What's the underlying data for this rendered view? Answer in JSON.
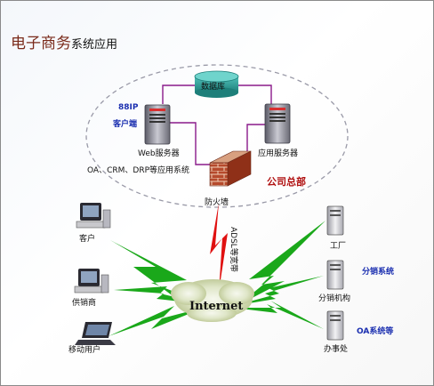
{
  "title": {
    "main": "电子商务",
    "sub": "系统应用"
  },
  "headquarters": {
    "database_label": "数据库",
    "ip_label": "88IP",
    "client_side_label": "客户端",
    "web_server_label": "Web服务器",
    "app_server_label": "应用服务器",
    "systems_label": "OA、CRM、DRP等应用系统",
    "company_hq_label": "公司总部",
    "firewall_label": "防火墙"
  },
  "network": {
    "adsl_label": "ADSL等宽带",
    "internet_label": "Internet"
  },
  "left_clients": {
    "customer_label": "客户",
    "supplier_label": "供销商",
    "mobile_label": "移动用户"
  },
  "right_sites": {
    "factory_label": "工厂",
    "distribution_system_label": "分销系统",
    "distribution_org_label": "分销机构",
    "oa_system_label": "OA系统等",
    "office_label": "办事处"
  },
  "colors": {
    "title": "#7a2a1a",
    "link_line": "#8a1a8a",
    "lightning": "#1aa81a",
    "uplink": "#e01010",
    "accent_blue": "#1b2fb0",
    "firewall": "#b03a20"
  }
}
